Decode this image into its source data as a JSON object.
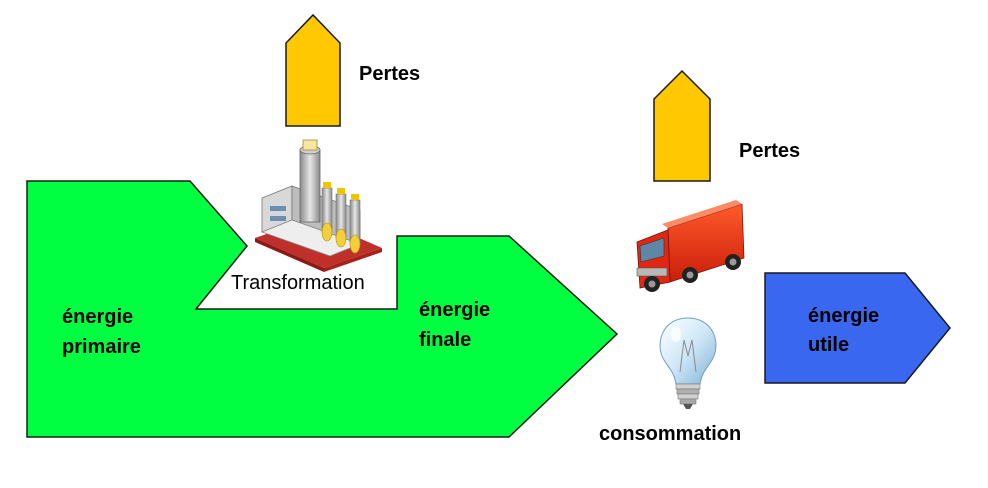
{
  "labels": {
    "pertes_top": "Pertes",
    "pertes_right": "Pertes",
    "transformation": "Transformation",
    "primaire_line1": "énergie",
    "primaire_line2": "primaire",
    "finale_line1": "énergie",
    "finale_line2": "finale",
    "utile_line1": "énergie",
    "utile_line2": "utile",
    "consommation": "consommation"
  },
  "colors": {
    "primary_flow": "#00FF40",
    "useful_flow": "#3A67F0",
    "losses": "#FFC800",
    "outline": "#1a1a1a"
  },
  "icons": [
    "factory-icon",
    "truck-icon",
    "light-bulb-icon"
  ]
}
